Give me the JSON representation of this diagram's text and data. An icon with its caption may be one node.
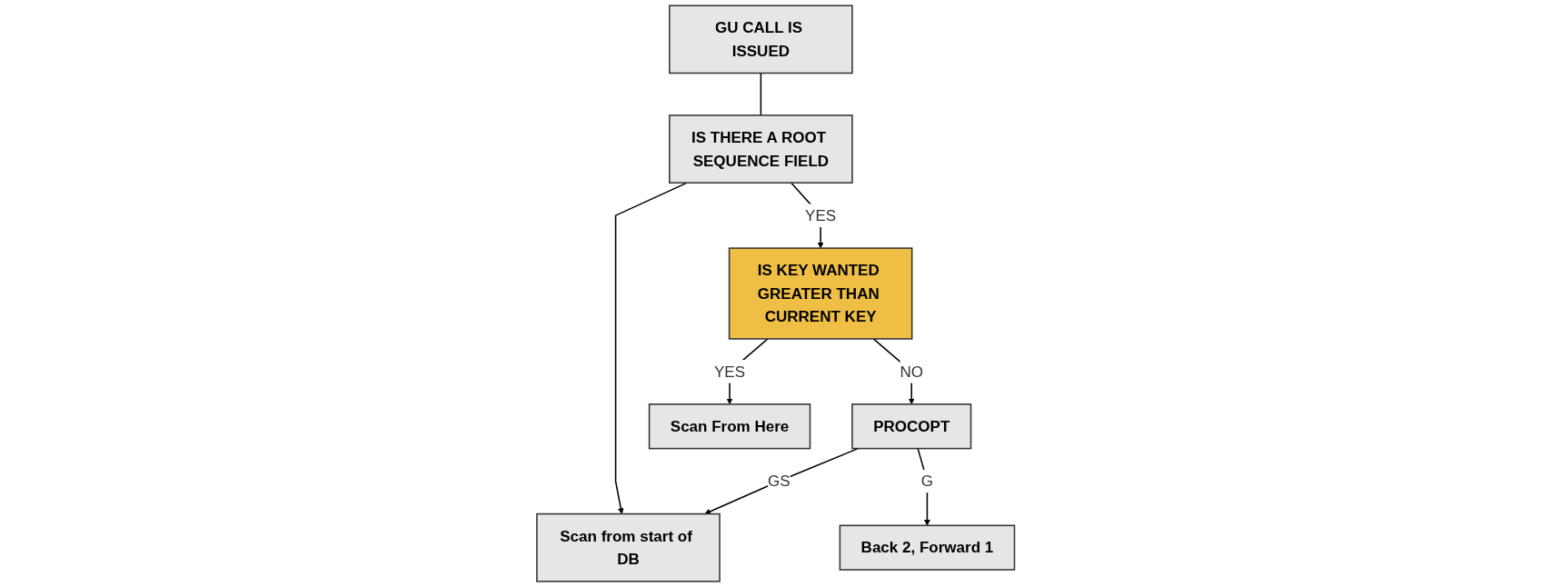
{
  "diagram": {
    "nodes": [
      {
        "text": [
          "GU CALL IS ISSUED"
        ]
      },
      {
        "text": [
          "IS THERE A ROOT SEQUENCE FIELD"
        ]
      },
      {
        "text": [
          "IS KEY WANTED GREATER THAN CURRENT KEY"
        ]
      },
      {
        "text": [
          "PROCOPT"
        ]
      },
      {
        "text": [
          "Scan from start of DB"
        ]
      },
      {
        "text": [
          "Back 2, Forward 1"
        ]
      },
      {
        "text": [
          "Scan From Here"
        ]
      }
    ],
    "edges": [
      {
        "from": 0,
        "to": 1,
        "arrow": "none"
      },
      {
        "from": 1,
        "to": 2,
        "label": "YES",
        "arrow": "to"
      },
      {
        "from": 2,
        "to": 6,
        "label": "YES",
        "arrow": "to"
      },
      {
        "from": 2,
        "to": 3,
        "label": "NO",
        "arrow": "to"
      },
      {
        "from": 3,
        "to": 4,
        "label": "GS",
        "arrow": "to"
      },
      {
        "from": 1,
        "to": 4,
        "arrow": "to"
      },
      {
        "from": 3,
        "to": 5,
        "label": "G",
        "arrow": "to"
      }
    ]
  }
}
